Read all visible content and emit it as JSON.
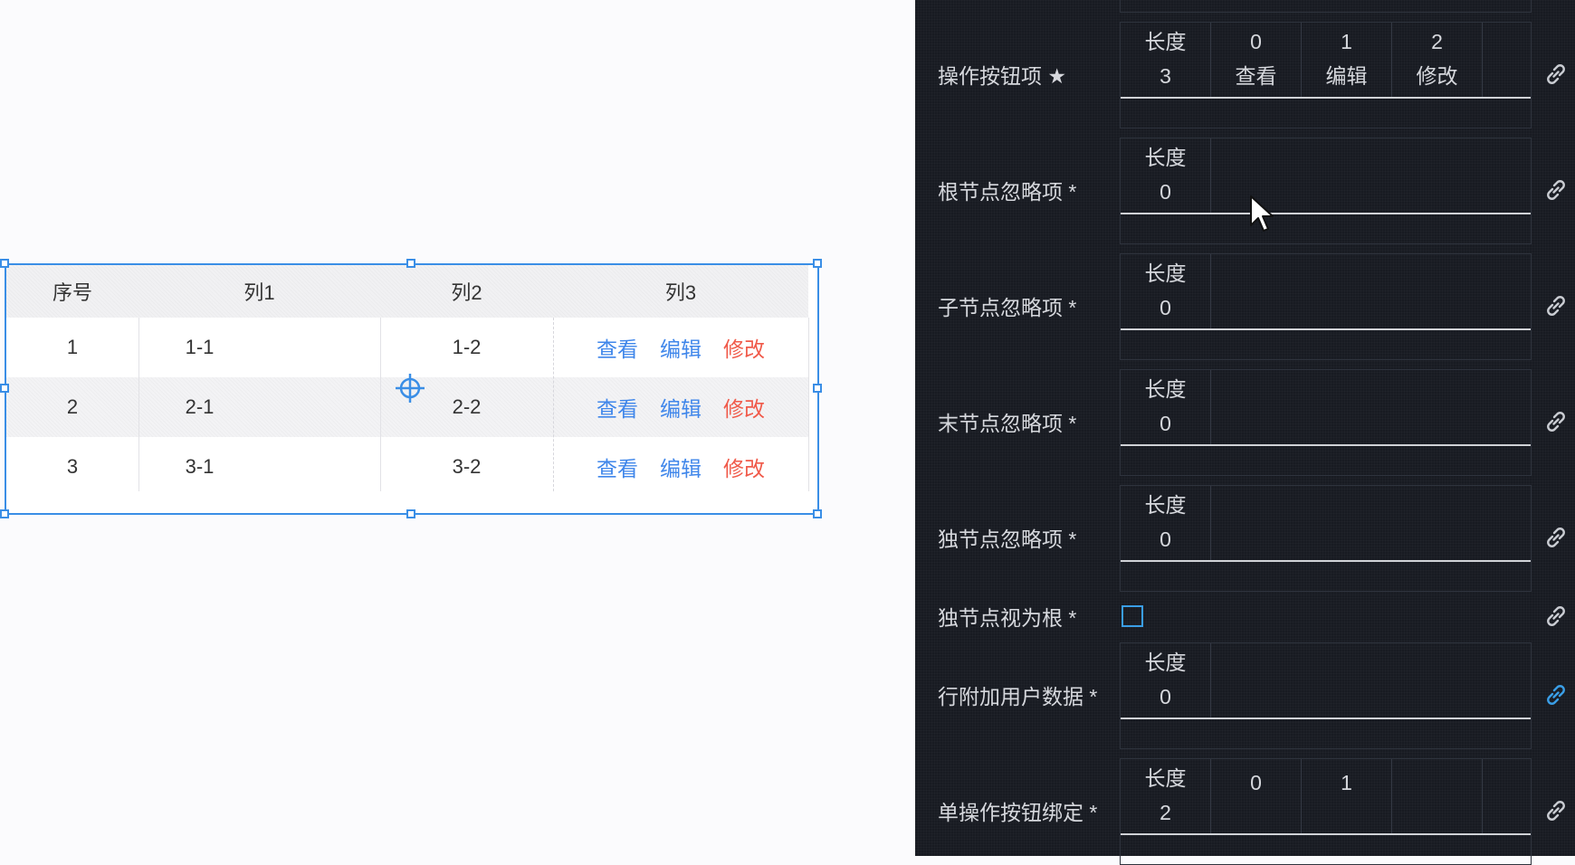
{
  "table": {
    "headers": [
      "序号",
      "列1",
      "列2",
      "列3"
    ],
    "rows": [
      {
        "index": "1",
        "col1": "1-1",
        "col2": "1-2",
        "actions": [
          "查看",
          "编辑",
          "修改"
        ]
      },
      {
        "index": "2",
        "col1": "2-1",
        "col2": "2-2",
        "actions": [
          "查看",
          "编辑",
          "修改"
        ]
      },
      {
        "index": "3",
        "col1": "3-1",
        "col2": "3-2",
        "actions": [
          "查看",
          "编辑",
          "修改"
        ]
      }
    ]
  },
  "panel": {
    "fields": [
      {
        "label": "操作按钮项 ★",
        "type": "array",
        "length_label": "长度",
        "length": "3",
        "items": [
          {
            "index": "0",
            "value": "查看"
          },
          {
            "index": "1",
            "value": "编辑"
          },
          {
            "index": "2",
            "value": "修改"
          }
        ]
      },
      {
        "label": "根节点忽略项 *",
        "type": "array",
        "length_label": "长度",
        "length": "0",
        "items": []
      },
      {
        "label": "子节点忽略项 *",
        "type": "array",
        "length_label": "长度",
        "length": "0",
        "items": []
      },
      {
        "label": "末节点忽略项 *",
        "type": "array",
        "length_label": "长度",
        "length": "0",
        "items": []
      },
      {
        "label": "独节点忽略项 *",
        "type": "array",
        "length_label": "长度",
        "length": "0",
        "items": []
      },
      {
        "label": "独节点视为根 *",
        "type": "checkbox",
        "checked": false
      },
      {
        "label": "行附加用户数据 *",
        "type": "array",
        "length_label": "长度",
        "length": "0",
        "items": [],
        "link_active": true
      },
      {
        "label": "单操作按钮绑定 *",
        "type": "array",
        "length_label": "长度",
        "length": "2",
        "items": [
          {
            "index": "0",
            "value": ""
          },
          {
            "index": "1",
            "value": ""
          }
        ]
      }
    ]
  },
  "colors": {
    "selection": "#3a8ee6",
    "action_blue": "#3f86ea",
    "action_red": "#f05a4a",
    "panel_bg": "#181b22"
  }
}
